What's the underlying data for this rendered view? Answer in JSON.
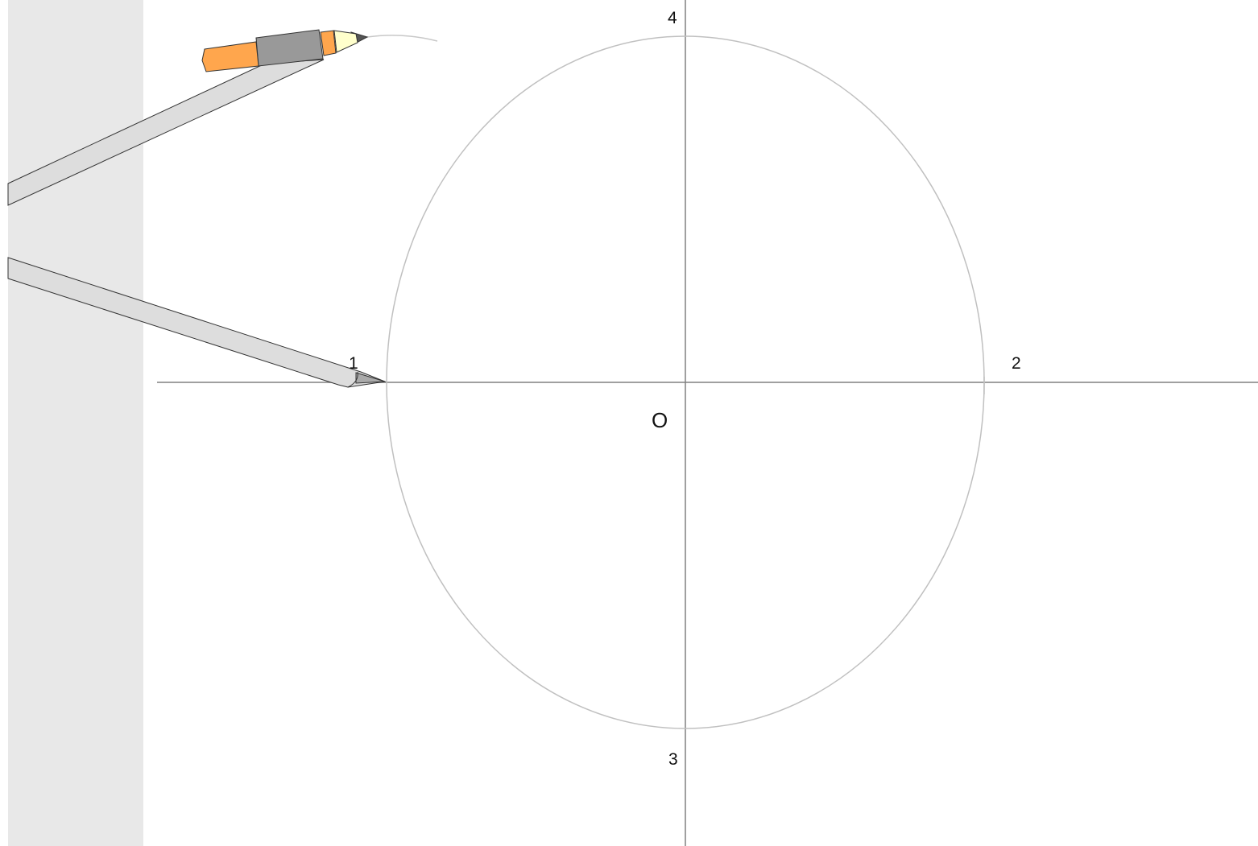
{
  "colors": {
    "background": "#ffffff",
    "panel": "#e8e8e8",
    "axis": "#808080",
    "ellipse": "#c0c0c0",
    "compass_leg": "#dddddd",
    "compass_leg_stroke": "#333333",
    "pencil_orange": "#ffa64d",
    "pencil_grip": "#999999",
    "pencil_wood": "#ffffcc",
    "pencil_lead": "#555555"
  },
  "icons": {
    "compass": "compass-icon",
    "pencil": "pencil-icon"
  },
  "labels": {
    "point_1": "1",
    "point_2": "2",
    "point_3": "3",
    "point_4": "4",
    "origin": "O"
  }
}
